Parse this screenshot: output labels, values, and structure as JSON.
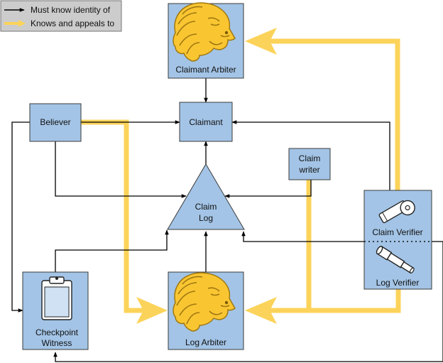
{
  "legend": {
    "must_know_label": "Must know identity of",
    "appeals_label": "Knows and appeals to"
  },
  "nodes": {
    "claimant_arbiter": "Claimant Arbiter",
    "claimant": "Claimant",
    "believer": "Believer",
    "claim_writer_1": "Claim",
    "claim_writer_2": "writer",
    "claim_log_1": "Claim",
    "claim_log_2": "Log",
    "claim_verifier": "Claim Verifier",
    "log_verifier": "Log Verifier",
    "checkpoint_witness_1": "Checkpoint",
    "checkpoint_witness_2": "Witness",
    "log_arbiter": "Log Arbiter"
  },
  "colors": {
    "node_fill": "#a3c4e6",
    "node_stroke": "#3b3b3b",
    "appeal_arrow": "#fcd35a",
    "identity_arrow": "#000000",
    "lion_fill": "#f9c632",
    "lion_stroke": "#a07810",
    "legend_fill": "#cccccc"
  },
  "icons": {
    "arbiter": "lion-head-icon",
    "claim_verifier": "whistle-icon",
    "log_verifier": "telescope-icon",
    "checkpoint_witness": "clipboard-icon"
  }
}
